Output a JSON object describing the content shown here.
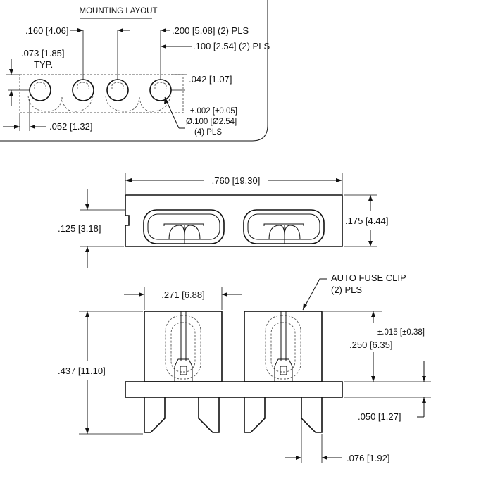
{
  "mounting_layout": {
    "title": "MOUNTING LAYOUT",
    "dim_pitch_160": ".160 [4.06]",
    "dim_pitch_200": ".200 [5.08] (2) PLS",
    "dim_100": ".100 [2.54] (2) PLS",
    "dim_073": ".073 [1.85]",
    "dim_typ": "TYP.",
    "dim_042": ".042 [1.07]",
    "dim_052": ".052 [1.32]",
    "dim_tol": "±.002 [±0.05]",
    "dim_hole": "Ø.100 [Ø2.54]",
    "dim_hole_pls": "(4) PLS"
  },
  "top_view": {
    "dim_width": ".760 [19.30]",
    "dim_125": ".125 [3.18]",
    "dim_175": ".175 [4.44]"
  },
  "front_view": {
    "callout_line1": "AUTO FUSE CLIP",
    "callout_line2": "(2) PLS",
    "dim_271": ".271 [6.88]",
    "dim_437": ".437 [11.10]",
    "dim_tol": "±.015 [±0.38]",
    "dim_250": ".250 [6.35]",
    "dim_050": ".050 [1.27]",
    "dim_076": ".076 [1.92]"
  }
}
